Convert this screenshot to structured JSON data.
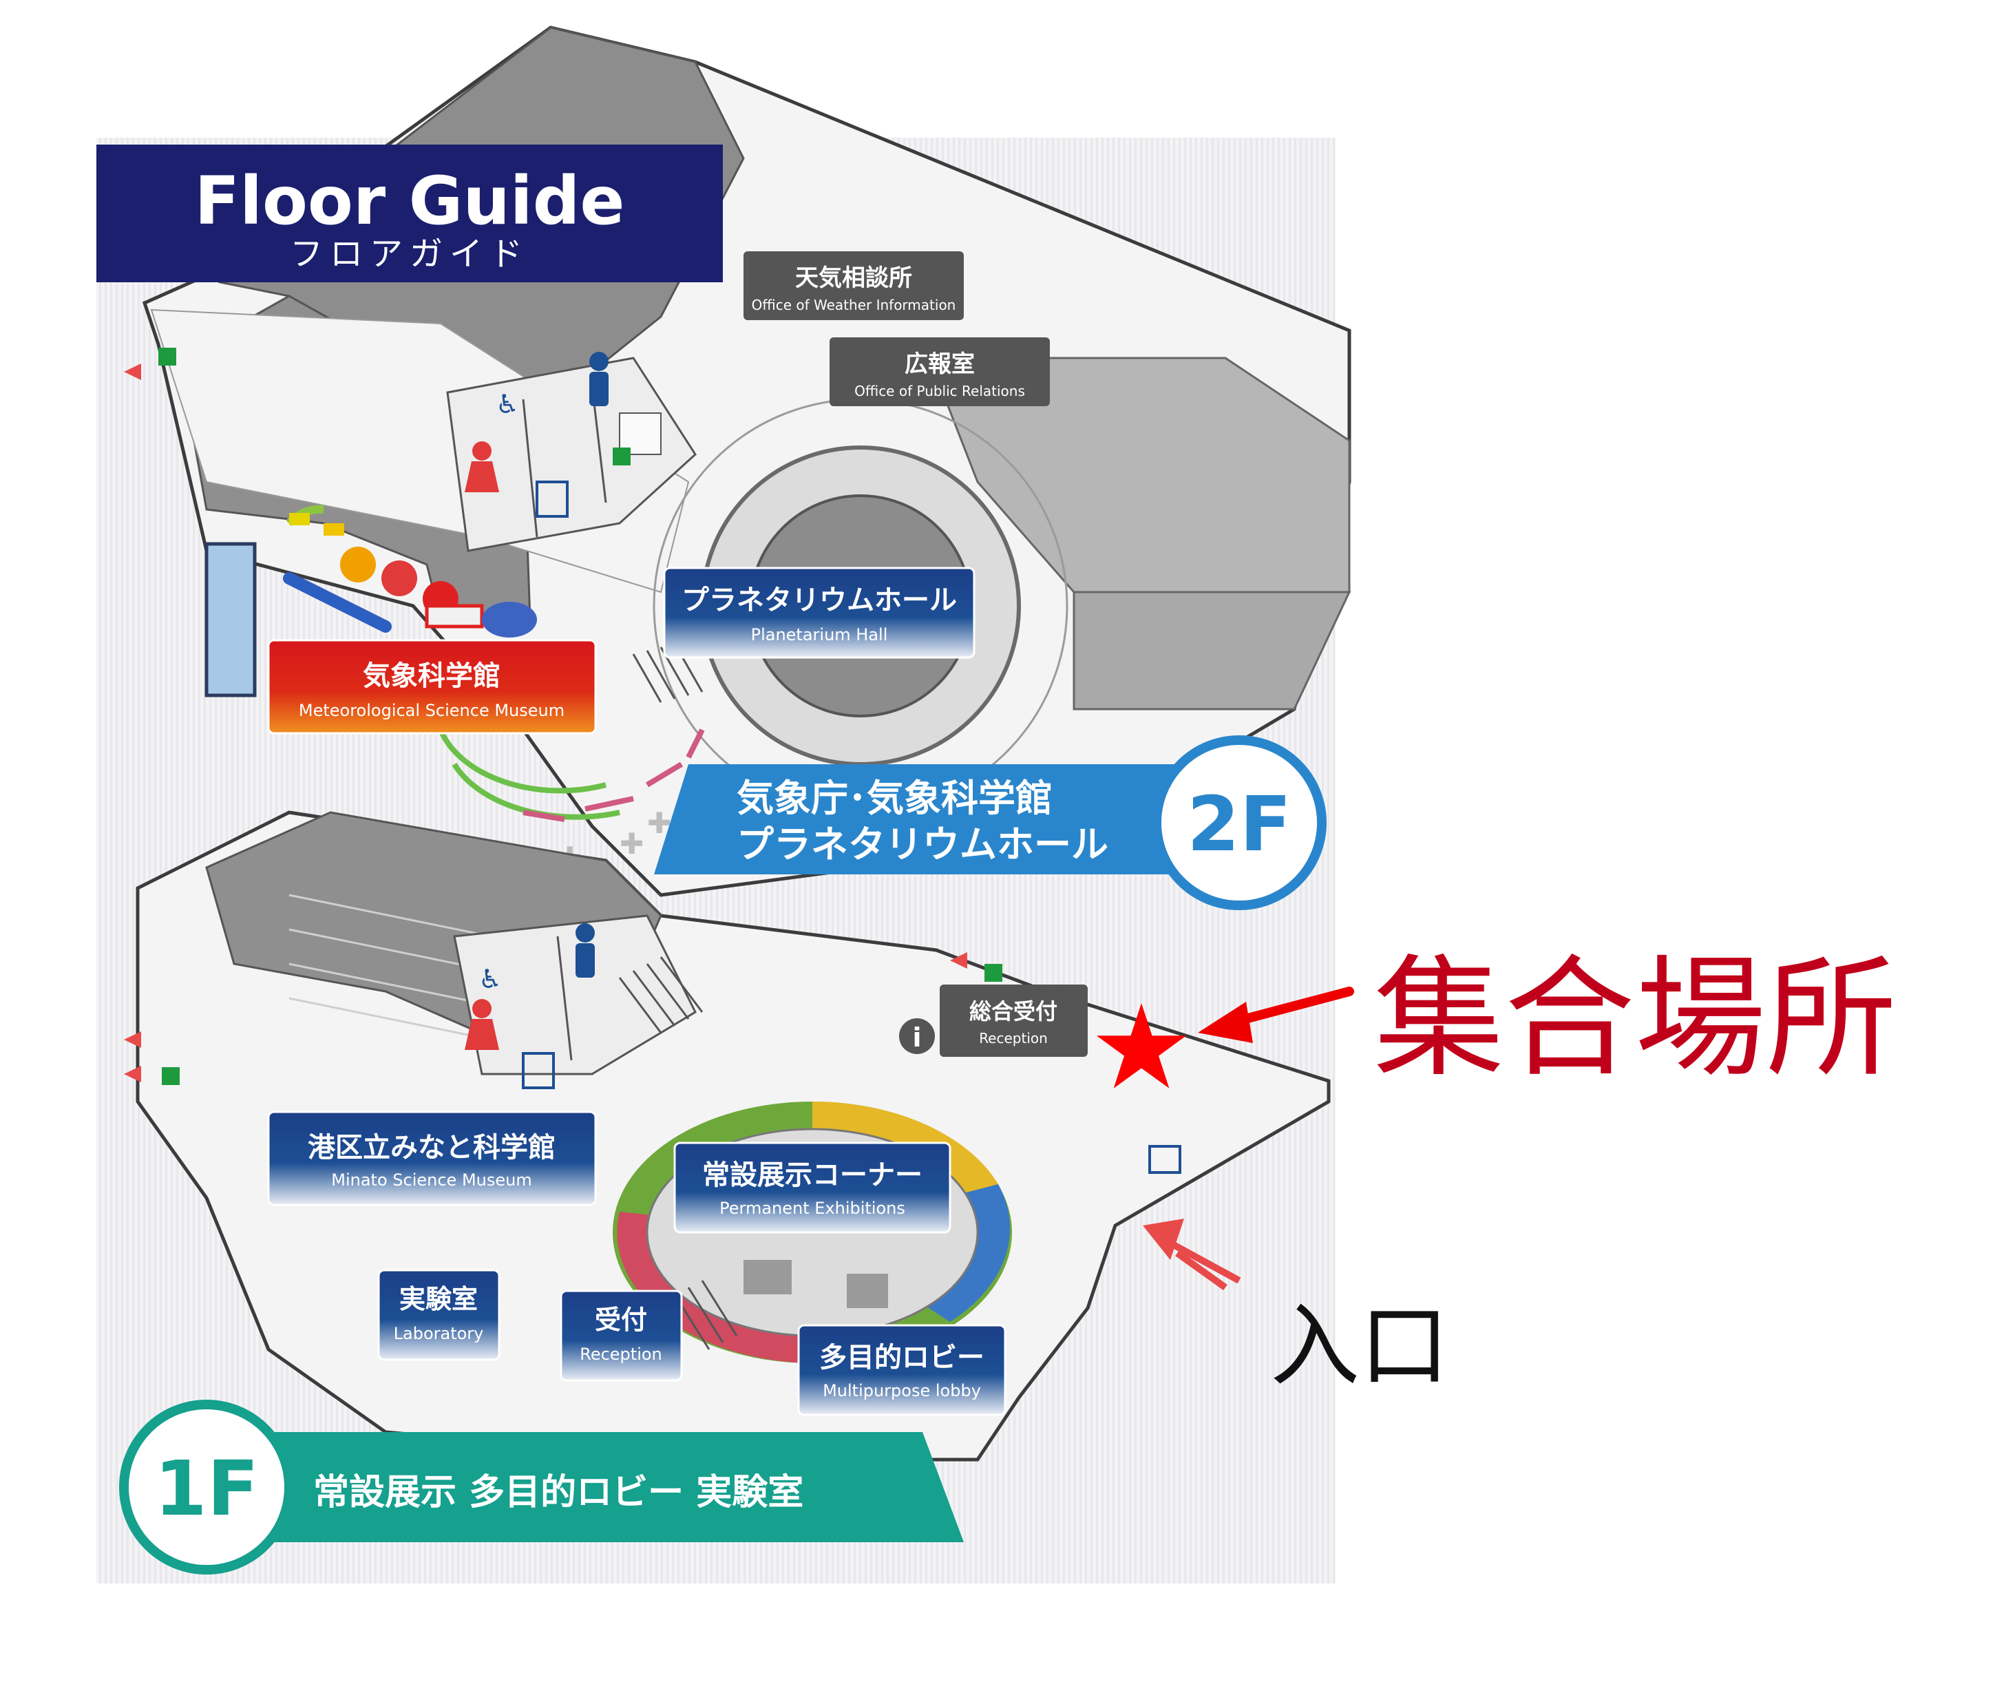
{
  "title": {
    "main": "Floor Guide",
    "sub": "フロアガイド"
  },
  "floor2": {
    "badge": "2F",
    "caption_line1": "気象庁･気象科学館",
    "caption_line2": "プラネタリウムホール",
    "rooms": [
      {
        "jp": "天気相談所",
        "en": "Office of Weather Information"
      },
      {
        "jp": "広報室",
        "en": "Office of Public Relations"
      },
      {
        "jp": "プラネタリウムホール",
        "en": "Planetarium Hall"
      },
      {
        "jp": "気象科学館",
        "en": "Meteorological Science Museum"
      }
    ]
  },
  "floor1": {
    "badge": "1F",
    "caption": "常設展示 多目的ロビー 実験室",
    "rooms": [
      {
        "jp": "総合受付",
        "en": "Reception"
      },
      {
        "jp": "港区立みなと科学館",
        "en": "Minato Science Museum"
      },
      {
        "jp": "常設展示コーナー",
        "en": "Permanent Exhibitions"
      },
      {
        "jp": "実験室",
        "en": "Laboratory"
      },
      {
        "jp": "受付",
        "en": "Reception"
      },
      {
        "jp": "多目的ロビー",
        "en": "Multipurpose lobby"
      }
    ]
  },
  "annotations": {
    "meeting_point": "集合場所",
    "entrance": "入口"
  },
  "icons": {
    "exit": "exit-sign-icon",
    "info": "i"
  },
  "colors": {
    "navy": "#1b1f6e",
    "label_blue": "#1d4f94",
    "floor2_blue": "#2a86cc",
    "floor1_teal": "#16a08e",
    "museum_red": "#d8161c",
    "meeting_red": "#c0001a",
    "star_red": "#ff0000"
  }
}
